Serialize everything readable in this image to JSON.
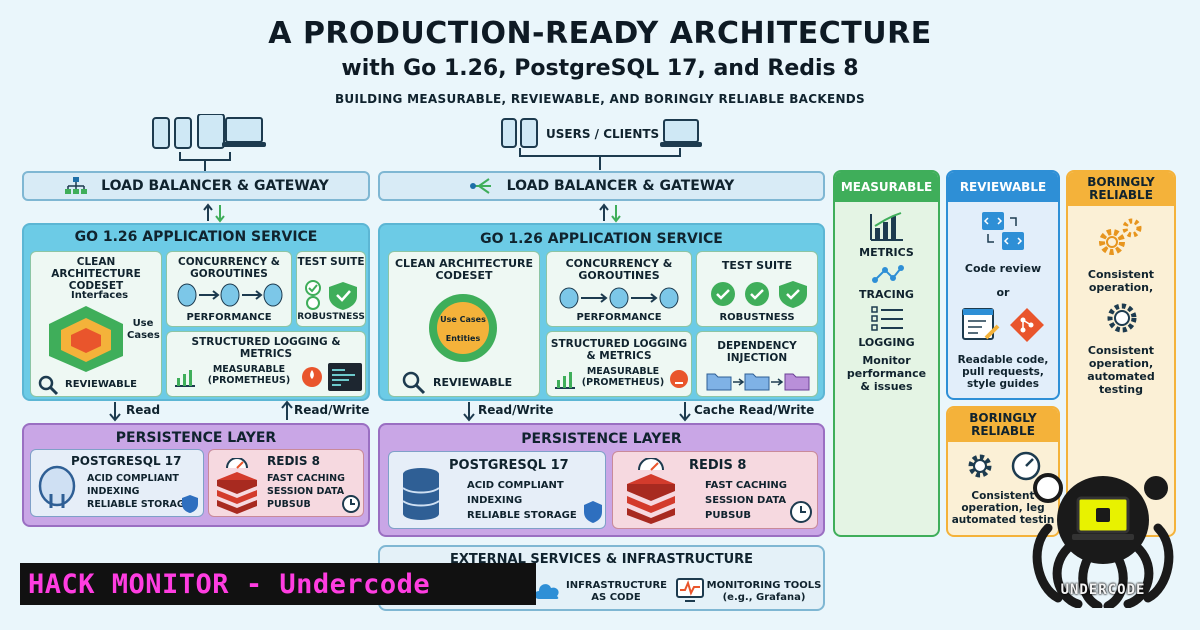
{
  "header": {
    "title": "A PRODUCTION-READY ARCHITECTURE",
    "subtitle": "with Go 1.26, PostgreSQL 17, and Redis 8",
    "tagline": "BUILDING MEASURABLE, REVIEWABLE, AND BORINGLY RELIABLE BACKENDS"
  },
  "clients": {
    "label": "USERS / CLIENTS"
  },
  "left": {
    "lb": "LOAD BALANCER & GATEWAY",
    "service_title": "GO 1.26 APPLICATION SERVICE",
    "clean": {
      "title": "CLEAN ARCHITECTURE CODESET",
      "interfaces": "Interfaces",
      "use_cases": "Use Cases",
      "reviewable": "REVIEWABLE"
    },
    "concurrency": {
      "title": "CONCURRENCY & GOROUTINES",
      "caption": "PERFORMANCE"
    },
    "test": {
      "title": "TEST SUITE",
      "caption": "ROBUSTNESS"
    },
    "logging": {
      "title": "STRUCTURED LOGGING & METRICS",
      "caption": "MEASURABLE (PROMETHEUS)"
    },
    "edge_left": "Read",
    "edge_right": "Read/Write",
    "persistence": "PERSISTENCE LAYER",
    "postgres": {
      "name": "POSTGRESQL 17",
      "lines": [
        "ACID COMPLIANT",
        "INDEXING",
        "RELIABLE STORAGE"
      ]
    },
    "redis": {
      "name": "REDIS 8",
      "lines": [
        "FAST CACHING",
        "SESSION DATA",
        "PUBSUB"
      ]
    }
  },
  "middle": {
    "lb": "LOAD BALANCER & GATEWAY",
    "service_title": "GO 1.26 APPLICATION SERVICE",
    "clean": {
      "title": "CLEAN ARCHITECTURE CODESET",
      "core_top": "Use Cases",
      "core_bottom": "Entities",
      "reviewable": "REVIEWABLE"
    },
    "concurrency": {
      "title": "CONCURRENCY & GOROUTINES",
      "caption": "PERFORMANCE"
    },
    "test": {
      "title": "TEST SUITE",
      "caption": "ROBUSTNESS"
    },
    "logging": {
      "title": "STRUCTURED LOGGING & METRICS",
      "caption": "MEASURABLE (PROMETHEUS)"
    },
    "di": {
      "title": "DEPENDENCY INJECTION"
    },
    "edge_left": "Read/Write",
    "edge_right": "Cache Read/Write",
    "persistence": "PERSISTENCE LAYER",
    "postgres": {
      "name": "POSTGRESQL 17",
      "lines": [
        "ACID COMPLIANT",
        "INDEXING",
        "RELIABLE STORAGE"
      ]
    },
    "redis": {
      "name": "REDIS 8",
      "lines": [
        "FAST CACHING",
        "SESSION DATA",
        "PUBSUB"
      ]
    },
    "external": {
      "title": "EXTERNAL SERVICES & INFRASTRUCTURE",
      "iac": "INFRASTRUCTURE AS CODE",
      "monitoring": "MONITORING TOOLS (e.g., Grafana)"
    }
  },
  "panels": {
    "measurable": {
      "title": "MEASURABLE",
      "metrics": "METRICS",
      "tracing": "TRACING",
      "logging": "LOGGING",
      "note": "Monitor performance & issues",
      "color": "#3fae5a"
    },
    "reviewable": {
      "title": "REVIEWABLE",
      "code_review": "Code review",
      "or": "or",
      "note": "Readable code, pull requests, style guides",
      "color": "#2e8fd6"
    },
    "reliable_small": {
      "title": "BORINGLY RELIABLE",
      "note": "Consistent operation, leg automated testin",
      "color": "#f4b23a"
    },
    "reliable_tall": {
      "title": "BORINGLY RELIABLE",
      "note1": "Consistent operation,",
      "note2": "Consistent operation, automated testing",
      "color": "#f4b23a"
    }
  },
  "watermark": {
    "banner": "HACK MONITOR - Undercode",
    "logo": "UNDERCODE"
  }
}
